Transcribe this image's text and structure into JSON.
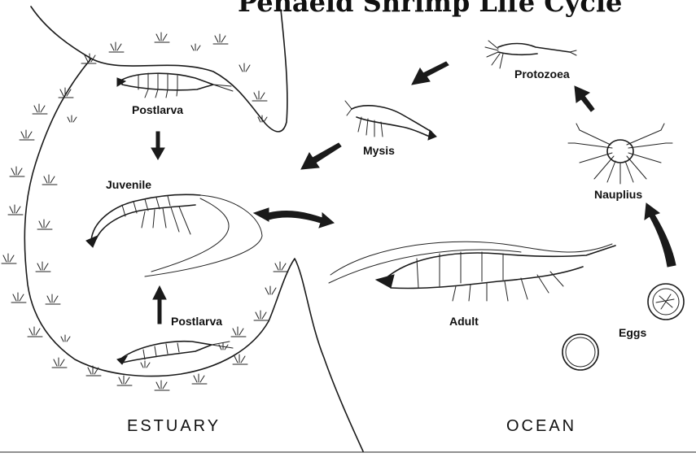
{
  "diagram": {
    "title": "Penaeid Shrimp Life Cycle",
    "regions": {
      "estuary": "ESTUARY",
      "ocean": "OCEAN"
    },
    "stages": {
      "postlarva_top": "Postlarva",
      "juvenile": "Juvenile",
      "postlarva_bottom": "Postlarva",
      "mysis": "Mysis",
      "protozoea": "Protozoea",
      "nauplius": "Nauplius",
      "eggs": "Eggs",
      "adult": "Adult"
    },
    "colors": {
      "ink": "#1a1a1a",
      "background": "#ffffff"
    }
  }
}
